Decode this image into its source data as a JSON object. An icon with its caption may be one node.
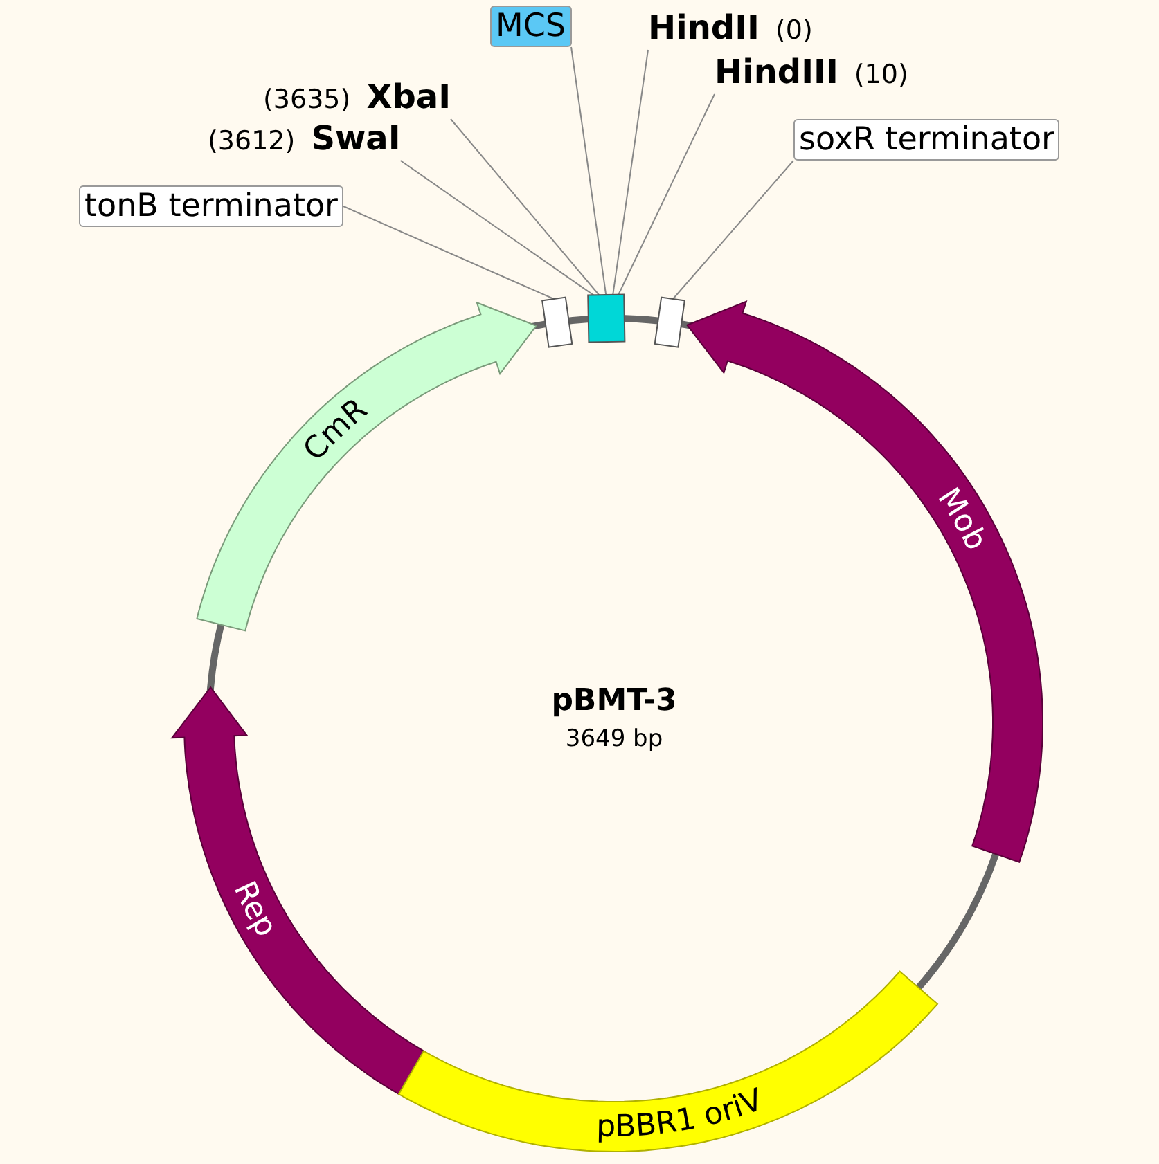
{
  "diagram": {
    "title": "pBMT-3",
    "nodes": [
      {
        "text": [
          "tonB terminator"
        ]
      },
      {
        "text": [],
        "shape": "box"
      },
      {
        "text": [
          "SwaI"
        ],
        "beside": [
          "(3612)"
        ]
      },
      {
        "text": [
          "XbaI"
        ],
        "beside": [
          "(3635)"
        ]
      },
      {
        "text": [
          "MCS"
        ]
      },
      {
        "text": [],
        "shape": "box"
      },
      {
        "text": [
          "HindII"
        ],
        "beside": [
          "(0)"
        ]
      },
      {
        "text": [
          "HindIII"
        ],
        "beside": [
          "(10)"
        ]
      },
      {
        "text": [
          "soxR terminator"
        ]
      },
      {
        "text": [],
        "shape": "box"
      },
      {
        "text": [
          "CmR"
        ]
      },
      {
        "text": [
          "Mob"
        ]
      },
      {
        "text": [
          "Rep"
        ]
      },
      {
        "text": [
          "pBBR1 oriV"
        ]
      }
    ],
    "edges": [
      {
        "from": 0,
        "to": 1,
        "arrow": "none"
      },
      {
        "from": 2,
        "to": 5,
        "arrow": "none"
      },
      {
        "from": 3,
        "to": 5,
        "arrow": "none"
      },
      {
        "from": 4,
        "to": 5,
        "arrow": "none"
      },
      {
        "from": 6,
        "to": 5,
        "arrow": "none"
      },
      {
        "from": 7,
        "to": 5,
        "arrow": "none"
      },
      {
        "from": 8,
        "to": 9,
        "arrow": "none"
      }
    ],
    "labels": [
      "3649 bp"
    ]
  }
}
